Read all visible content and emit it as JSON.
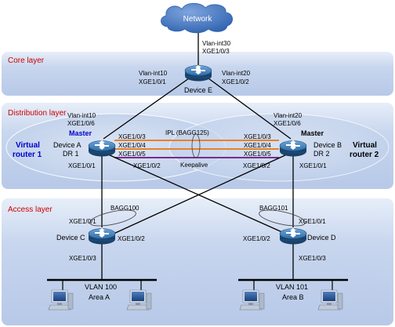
{
  "network": {
    "label": "Network"
  },
  "layers": {
    "core": "Core layer",
    "distribution": "Distribution layer",
    "access": "Access layer"
  },
  "devices": {
    "e": {
      "name": "Device E"
    },
    "a": {
      "name": "Device A",
      "role": "DR 1",
      "state": "Master"
    },
    "b": {
      "name": "Device B",
      "role": "DR 2",
      "state": "Master"
    },
    "c": {
      "name": "Device C"
    },
    "d": {
      "name": "Device D"
    }
  },
  "virtual_routers": {
    "vr1_line1": "Virtual",
    "vr1_line2": "router 1",
    "vr2_line1": "Virtual",
    "vr2_line2": "router 2"
  },
  "ports": {
    "e_up_vlan": "Vlan-int30",
    "e_up": "XGE1/0/3",
    "e_left_vlan": "Vlan-int10",
    "e_left": "XGE1/0/1",
    "e_right_vlan": "Vlan-int20",
    "e_right": "XGE1/0/2",
    "a_up_vlan": "Vlan-int10",
    "a_up": "XGE1/0/6",
    "b_up_vlan": "Vlan-int20",
    "b_up": "XGE1/0/6",
    "a_ipl1": "XGE1/0/3",
    "a_ipl2": "XGE1/0/4",
    "a_ka": "XGE1/0/5",
    "b_ipl1": "XGE1/0/3",
    "b_ipl2": "XGE1/0/4",
    "b_ka": "XGE1/0/5",
    "a_down1": "XGE1/0/1",
    "a_down2": "XGE1/0/2",
    "b_down2": "XGE1/0/2",
    "b_down1": "XGE1/0/1",
    "c_up1": "XGE1/0/1",
    "c_up2": "XGE1/0/2",
    "c_down": "XGE1/0/3",
    "d_up1": "XGE1/0/1",
    "d_up2": "XGE1/0/2",
    "d_down": "XGE1/0/3"
  },
  "links": {
    "ipl": "IPL (BAGG125)",
    "keepalive": "Keepalive",
    "bagg_c": "BAGG100",
    "bagg_d": "BAGG101"
  },
  "areas": {
    "a_vlan": "VLAN 100",
    "a_name": "Area A",
    "b_vlan": "VLAN 101",
    "b_name": "Area B"
  },
  "colors": {
    "layer_band": "#c9d7ee",
    "router_blue": "#2e6fa6",
    "ipl_orange": "#e8812a",
    "keepalive_purple": "#7a2b8c",
    "title_red": "#cc0000",
    "accent_blue": "#0000cc"
  }
}
